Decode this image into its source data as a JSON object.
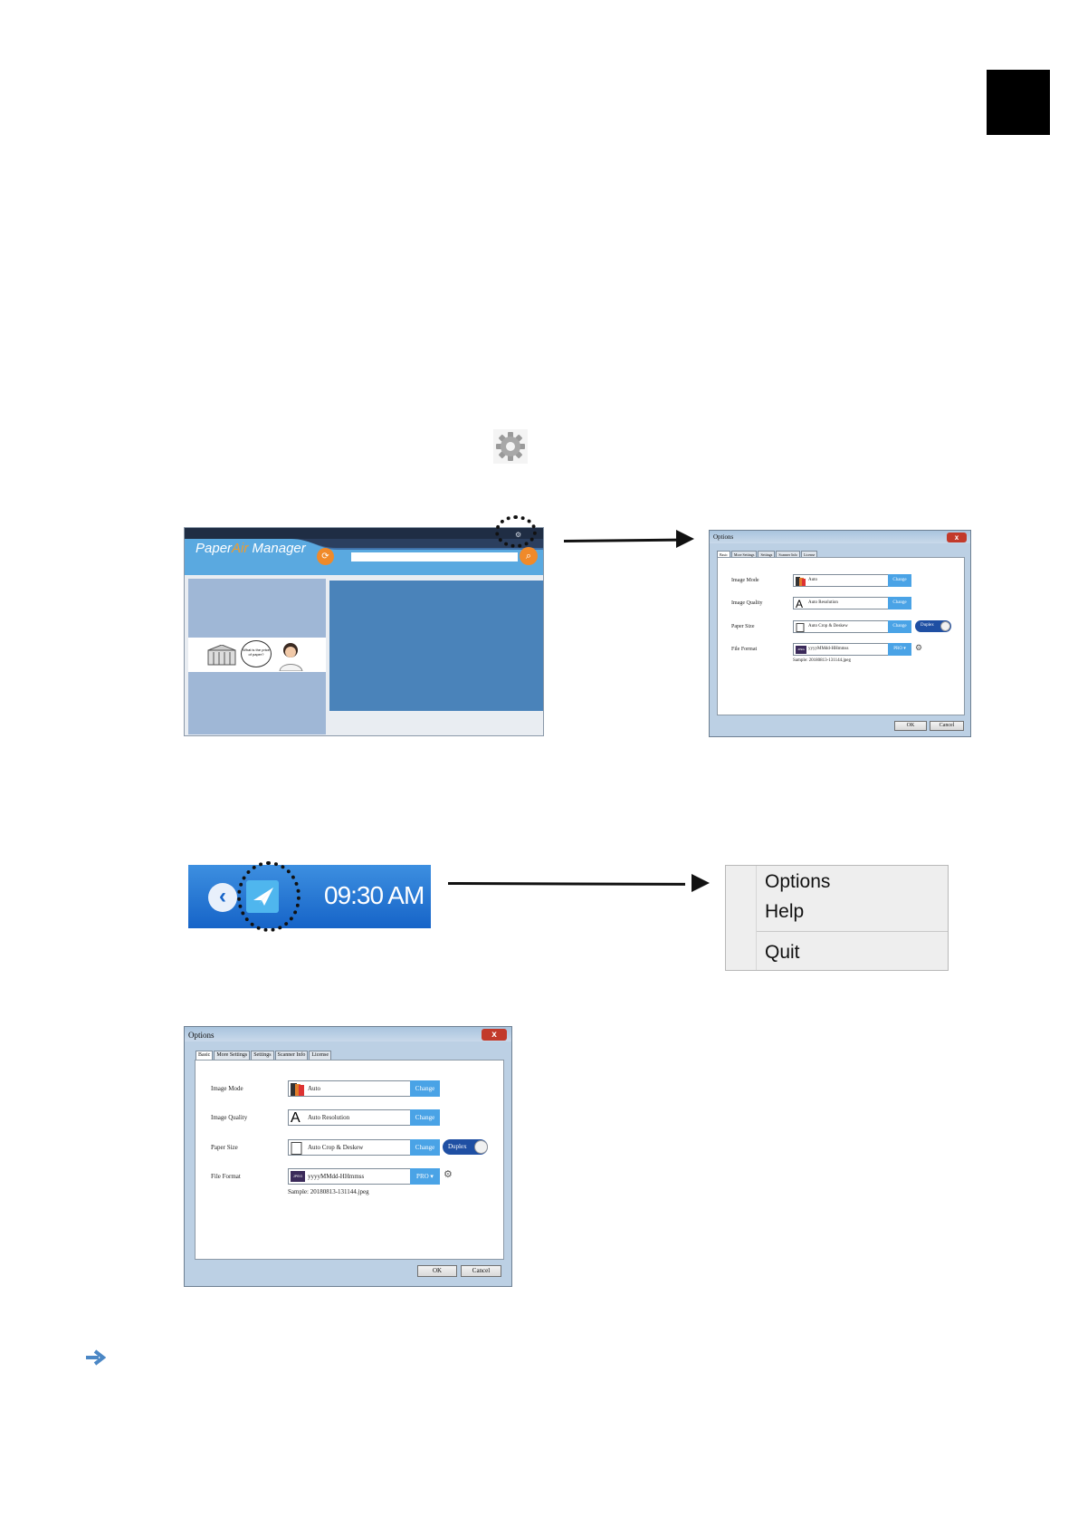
{
  "pam": {
    "logo_paper": "Paper",
    "logo_air": "Air",
    "logo_manager": " Manager",
    "bubble_text": "What is the price of paper?"
  },
  "dialog": {
    "title": "Options",
    "close_glyph": "x",
    "tabs": [
      "Basic",
      "More Settings",
      "Settings",
      "Scanner Info",
      "License"
    ],
    "rows": [
      {
        "label": "Image Mode",
        "value": "Auto",
        "button": "Change"
      },
      {
        "label": "Image Quality",
        "value": "Auto Resolution",
        "button": "Change"
      },
      {
        "label": "Paper Size",
        "value": "Auto Crop & Deskew",
        "button": "Change"
      },
      {
        "label": "File Format",
        "value": "yyyyMMdd-HHmmss",
        "button": "PRO"
      }
    ],
    "duplex": "Duplex",
    "sample": "Sample: 20180813-131144.jpeg",
    "jpeg_badge": "JPEG",
    "ok": "OK",
    "cancel": "Cancel"
  },
  "tray": {
    "time": "09:30 AM"
  },
  "menu": {
    "items": [
      "Options",
      "Help",
      "Quit"
    ]
  },
  "colors": {
    "accent_blue": "#4aa3e6",
    "toggle_blue": "#1f4fa3",
    "orange": "#f08a2a",
    "tray_blue": "#1664c8",
    "note_arrow": "#4b87c5"
  }
}
